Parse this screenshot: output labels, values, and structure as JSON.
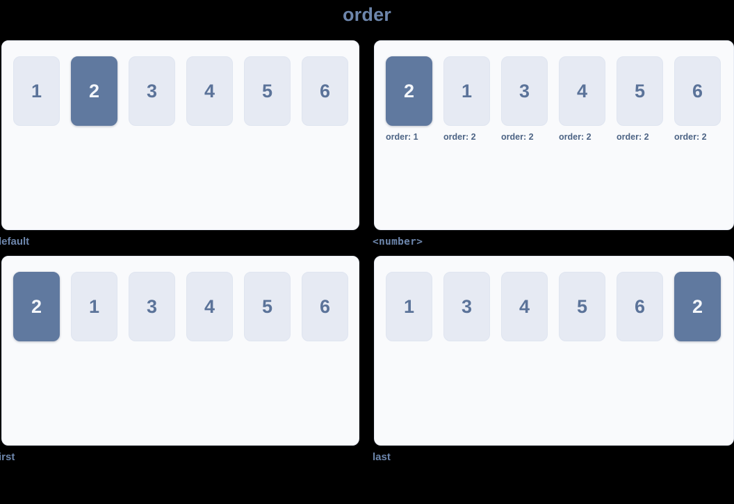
{
  "page": {
    "title": "order",
    "background_color": "#000000",
    "title_color": "#6d86ac"
  },
  "theme": {
    "panel_background": "#f9fafc",
    "panel_border": "#e8ecf4",
    "item_background": "#e6eaf3",
    "item_text": "#5b7399",
    "item_highlight_background": "#60799f",
    "item_highlight_text": "#f4f7fb",
    "caption_color": "#4c6384",
    "label_color": "#6d86ac"
  },
  "demos": [
    {
      "id": "default",
      "label": "default",
      "label_style": "text",
      "items": [
        {
          "text": "1",
          "highlight": false,
          "caption": ""
        },
        {
          "text": "2",
          "highlight": true,
          "caption": ""
        },
        {
          "text": "3",
          "highlight": false,
          "caption": ""
        },
        {
          "text": "4",
          "highlight": false,
          "caption": ""
        },
        {
          "text": "5",
          "highlight": false,
          "caption": ""
        },
        {
          "text": "6",
          "highlight": false,
          "caption": ""
        }
      ]
    },
    {
      "id": "number",
      "label": "<number>",
      "label_style": "mono",
      "items": [
        {
          "text": "2",
          "highlight": true,
          "caption": "order: 1"
        },
        {
          "text": "1",
          "highlight": false,
          "caption": "order: 2"
        },
        {
          "text": "3",
          "highlight": false,
          "caption": "order: 2"
        },
        {
          "text": "4",
          "highlight": false,
          "caption": "order: 2"
        },
        {
          "text": "5",
          "highlight": false,
          "caption": "order: 2"
        },
        {
          "text": "6",
          "highlight": false,
          "caption": "order: 2"
        }
      ]
    },
    {
      "id": "first",
      "label": "first",
      "label_style": "text",
      "items": [
        {
          "text": "2",
          "highlight": true,
          "caption": ""
        },
        {
          "text": "1",
          "highlight": false,
          "caption": ""
        },
        {
          "text": "3",
          "highlight": false,
          "caption": ""
        },
        {
          "text": "4",
          "highlight": false,
          "caption": ""
        },
        {
          "text": "5",
          "highlight": false,
          "caption": ""
        },
        {
          "text": "6",
          "highlight": false,
          "caption": ""
        }
      ]
    },
    {
      "id": "last",
      "label": "last",
      "label_style": "text",
      "items": [
        {
          "text": "1",
          "highlight": false,
          "caption": ""
        },
        {
          "text": "3",
          "highlight": false,
          "caption": ""
        },
        {
          "text": "4",
          "highlight": false,
          "caption": ""
        },
        {
          "text": "5",
          "highlight": false,
          "caption": ""
        },
        {
          "text": "6",
          "highlight": false,
          "caption": ""
        },
        {
          "text": "2",
          "highlight": true,
          "caption": ""
        }
      ]
    }
  ]
}
